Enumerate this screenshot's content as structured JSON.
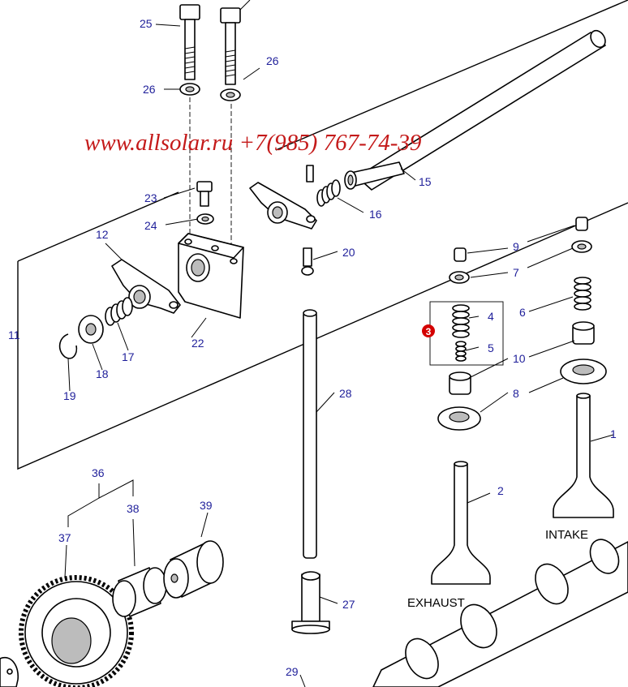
{
  "watermark": "www.allsolar.ru +7(985) 767-74-39",
  "text_labels": {
    "intake": "INTAKE",
    "exhaust": "EXHAUST"
  },
  "badge": {
    "number": "3",
    "color": "#d40000"
  },
  "colors": {
    "callout": "#1f1f9a",
    "watermark": "#c41a1a"
  },
  "callouts": {
    "c1": "1",
    "c2": "2",
    "c4": "4",
    "c5": "5",
    "c6": "6",
    "c7": "7",
    "c8": "8",
    "c9": "9",
    "c10": "10",
    "c11": "11",
    "c12": "12",
    "c15": "15",
    "c16": "16",
    "c17": "17",
    "c18": "18",
    "c19": "19",
    "c20": "20",
    "c22": "22",
    "c23": "23",
    "c24": "24",
    "c25": "25",
    "c26a": "26",
    "c26b": "26",
    "c27": "27",
    "c28": "28",
    "c29": "29",
    "c36": "36",
    "c37": "37",
    "c38": "38",
    "c39": "39"
  }
}
